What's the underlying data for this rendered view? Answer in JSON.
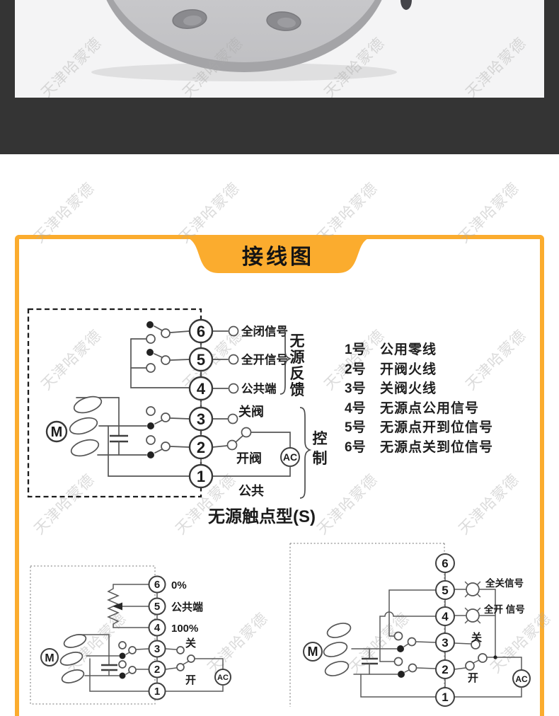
{
  "colors": {
    "accent_orange": "#FBAC2E",
    "band_dark": "#343434",
    "photo_bg": "#f4f4f5",
    "line": "#565656"
  },
  "watermark": {
    "text": "天津哈蒙德"
  },
  "banner": {
    "title": "接线图"
  },
  "main": {
    "terminals": [
      "6",
      "5",
      "4",
      "3",
      "2",
      "1"
    ],
    "labels": {
      "signal_closed": "全闭信号",
      "signal_open": "全开信号",
      "common_end": "公共端",
      "close_valve": "关阀",
      "open_valve": "开阀",
      "common": "公共"
    },
    "feedback_chars": [
      "无",
      "源",
      "反",
      "馈"
    ],
    "control_chars": [
      "控",
      "制"
    ],
    "motor": "M",
    "ac": "AC",
    "caption": "无源触点型(S)"
  },
  "list": {
    "items": [
      {
        "num": "1号",
        "desc": "公用零线"
      },
      {
        "num": "2号",
        "desc": "开阀火线"
      },
      {
        "num": "3号",
        "desc": "关阀火线"
      },
      {
        "num": "4号",
        "desc": "无源点公用信号"
      },
      {
        "num": "5号",
        "desc": "无源点开到位信号"
      },
      {
        "num": "6号",
        "desc": "无源点关到位信号"
      }
    ]
  },
  "pot": {
    "terminals": [
      "6",
      "5",
      "4",
      "3",
      "2",
      "1"
    ],
    "labels": {
      "p0": "0%",
      "common": "公共端",
      "p100": "100%",
      "close": "关",
      "open": "开"
    },
    "motor": "M",
    "ac": "AC"
  },
  "lamp": {
    "terminals": [
      "6",
      "5",
      "4",
      "3",
      "2",
      "1"
    ],
    "labels": {
      "full_close": "全关信号",
      "full_open": "全开 信号",
      "close": "关",
      "open": "开"
    },
    "motor": "M",
    "ac": "AC"
  }
}
